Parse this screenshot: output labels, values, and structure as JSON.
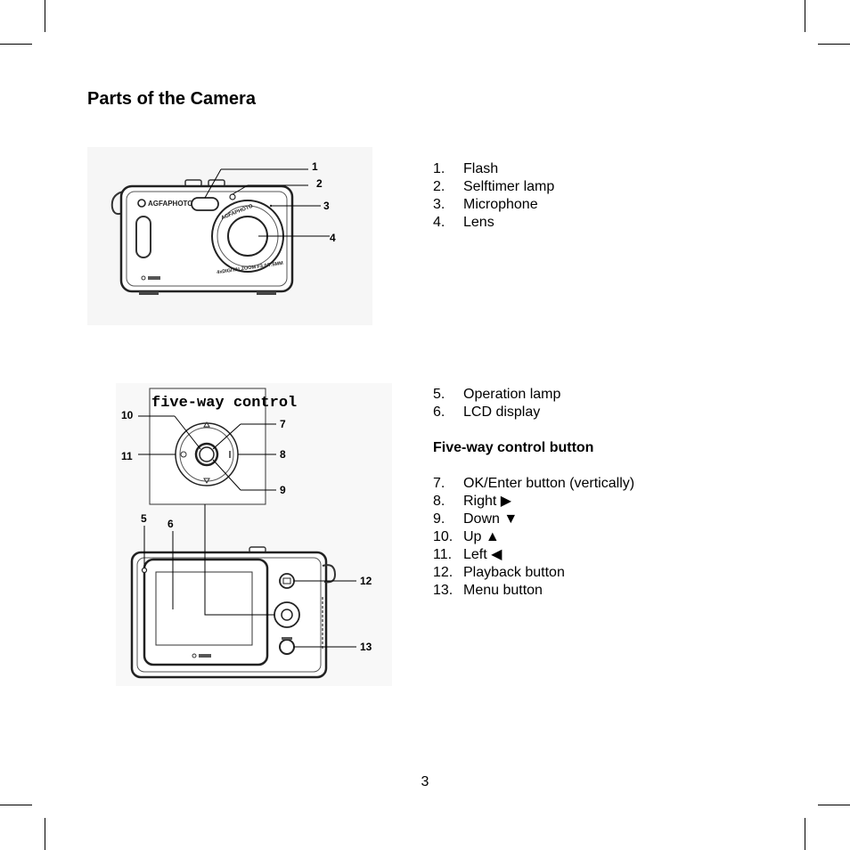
{
  "page": {
    "title": "Parts of the Camera",
    "page_number": "3"
  },
  "front_parts": [
    {
      "num": "1.",
      "label": "Flash"
    },
    {
      "num": "2.",
      "label": "Selftimer lamp"
    },
    {
      "num": "3.",
      "label": "Microphone"
    },
    {
      "num": "4.",
      "label": "Lens"
    }
  ],
  "back_parts": [
    {
      "num": "5.",
      "label": "Operation lamp"
    },
    {
      "num": "6.",
      "label": "LCD display"
    }
  ],
  "five_way_heading": "Five-way control button",
  "five_way_parts": [
    {
      "num": "7.",
      "label": "OK/Enter button (vertically)"
    },
    {
      "num": "8.",
      "label": "Right ▶"
    },
    {
      "num": "9.",
      "label": "Down ▼"
    },
    {
      "num": "10.",
      "label": "Up ▲"
    },
    {
      "num": "11.",
      "label": "Left ◀"
    },
    {
      "num": "12.",
      "label": "Playback button"
    },
    {
      "num": "13.",
      "label": "Menu button"
    }
  ],
  "front_figure": {
    "brand": "AGFAPHOTO",
    "lens_ring_top": "AGFAPHOTO",
    "lens_ring_bottom": "4xDIGITALZOOM F3.0/7.5MM",
    "callouts": [
      "1",
      "2",
      "3",
      "4"
    ]
  },
  "back_figure": {
    "inset_label": "five-way control",
    "callouts": [
      "5",
      "6",
      "7",
      "8",
      "9",
      "10",
      "11",
      "12",
      "13"
    ]
  },
  "icons": {
    "up": "triangle-up-icon",
    "down": "triangle-down-icon",
    "left": "triangle-left-icon",
    "right": "triangle-right-icon"
  }
}
